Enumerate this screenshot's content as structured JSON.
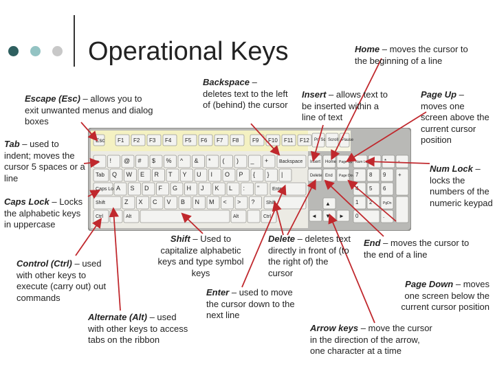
{
  "title": "Operational Keys",
  "bullet_colors": [
    "#2e5f5f",
    "#93c3c3",
    "#c8c8c8"
  ],
  "notes": {
    "escape": {
      "term": "Escape (Esc)",
      "desc": " – allows you to exit unwanted menus and dialog boxes"
    },
    "tab": {
      "term": "Tab",
      "desc": " – used to indent; moves the cursor 5 spaces or a line"
    },
    "caps": {
      "term": "Caps Lock",
      "desc": " – Locks the alphabetic keys in uppercase"
    },
    "ctrl": {
      "term": "Control (Ctrl)",
      "desc": " – used with other keys to execute (carry out) out commands"
    },
    "alt": {
      "term": "Alternate (Alt)",
      "desc": " – used with other keys to access tabs on the ribbon"
    },
    "shift": {
      "term": "Shift",
      "desc": " – Used to capitalize alphabetic keys and type symbol keys"
    },
    "backspace": {
      "term": "Backspace",
      "desc": " – deletes text to the left of (behind) the cursor"
    },
    "insert": {
      "term": "Insert",
      "desc": " – allows text to be inserted within a line of text"
    },
    "home": {
      "term": "Home",
      "desc": " – moves the cursor to the beginning of a line"
    },
    "pageup": {
      "term": "Page Up",
      "desc": " – moves one screen above the current cursor position"
    },
    "numlock": {
      "term": "Num Lock",
      "desc": " – locks the numbers of the numeric keypad"
    },
    "delete": {
      "term": "Delete",
      "desc": " – deletes text directly in front of (to the right of) the cursor"
    },
    "enter": {
      "term": "Enter",
      "desc": " – used to move the cursor down to the next line"
    },
    "end": {
      "term": "End",
      "desc": " – moves the cursor to the end of a line"
    },
    "pagedown": {
      "term": "Page Down",
      "desc": " – moves one screen below the current cursor position"
    },
    "arrows": {
      "term": "Arrow keys",
      "desc": " – move the cursor in the direction of the arrow, one character at a time"
    }
  },
  "keyboard": {
    "colors": {
      "base": "#b9b9b6",
      "frame": "#8f8f8c",
      "key": "#f3f3f1",
      "highlight": "#f4f1c2",
      "arrow": "#c0282d"
    },
    "labels": {
      "esc": "Esc",
      "tab": "Tab",
      "caps": "Caps Lock",
      "shift": "Shift",
      "ctrl": "Ctrl",
      "alt": "Alt",
      "backspace": "Backspace",
      "enter": "Enter",
      "shift_r": "Shift",
      "prtsc": "Prt Sc",
      "scroll": "Scroll Lock",
      "pause": "Pause",
      "insert": "Insert",
      "home": "Home",
      "pgup": "Page Up",
      "delete": "Delete",
      "end": "End",
      "pgdn": "Page Down",
      "numlock": "Num Lock",
      "pgdn_num": "PgDn"
    },
    "fkeys": [
      "F1",
      "F2",
      "F3",
      "F4",
      "F5",
      "F6",
      "F7",
      "F8",
      "F9",
      "F10",
      "F11",
      "F12"
    ],
    "row_num": [
      "~",
      "!",
      "@",
      "#",
      "$",
      "%",
      "^",
      "&",
      "*",
      "(",
      ")",
      "_",
      "+"
    ],
    "row_q": [
      "Q",
      "W",
      "E",
      "R",
      "T",
      "Y",
      "U",
      "I",
      "O",
      "P",
      "{",
      "}",
      "|"
    ],
    "row_a": [
      "A",
      "S",
      "D",
      "F",
      "G",
      "H",
      "J",
      "K",
      "L",
      ":",
      "\""
    ],
    "row_z": [
      "Z",
      "X",
      "C",
      "V",
      "B",
      "N",
      "M",
      "<",
      ">",
      "?"
    ]
  }
}
